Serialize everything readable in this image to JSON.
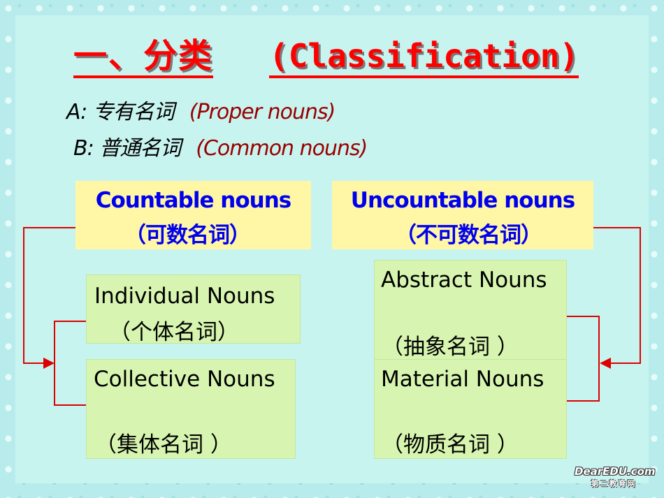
{
  "title": {
    "zh": "一、分类 ",
    "en": "(Classification)"
  },
  "subtitle_a": {
    "label": "A: 专有名词",
    "en": "(Proper nouns)"
  },
  "subtitle_b": {
    "label": "B: 普通名词",
    "en": "(Common nouns)"
  },
  "countable": {
    "label": "Countable nouns",
    "zh": "（可数名词）"
  },
  "uncountable": {
    "label": "Uncountable nouns",
    "zh": "（不可数名词）"
  },
  "individual": {
    "label": "Individual Nouns",
    "zh": "（个体名词）"
  },
  "collective": {
    "label": "Collective Nouns",
    "zh": "（集体名词 ）"
  },
  "abstract": {
    "label": "Abstract Nouns",
    "zh": "（抽象名词 ）"
  },
  "material": {
    "label": "Material Nouns",
    "zh": "（物质名词 ）"
  },
  "watermark": {
    "line1": "DearEDU.com",
    "line2": "第二教育网"
  },
  "colors": {
    "title": "#ff0000",
    "header_text": "#0000ee",
    "arrow": "#dd0000",
    "yellow_box": "#fff6a6",
    "green_box": "#d7f5b0"
  }
}
